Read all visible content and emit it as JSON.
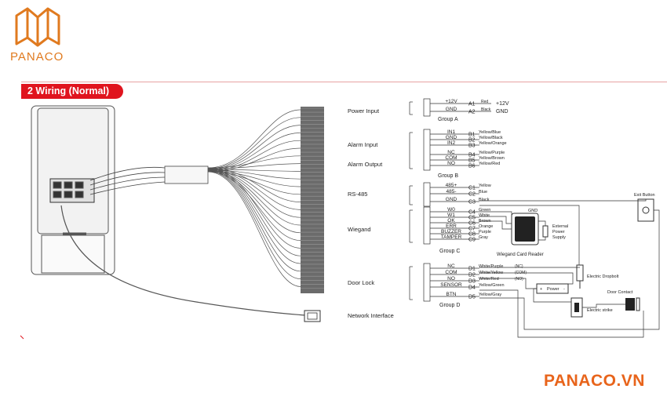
{
  "brand": {
    "logo_text": "PANACO",
    "footer": "PANACO.VN",
    "accent": "#e07a1f"
  },
  "section": {
    "title": "2 Wiring (Normal)",
    "color": "#e0141e"
  },
  "groups": [
    {
      "label": "Power Input",
      "group_name": "Group A",
      "pins": [
        {
          "name": "+12V",
          "code": "A1",
          "color": "Red",
          "right_label": "+12V"
        },
        {
          "name": "GND",
          "code": "A2",
          "color": "Black",
          "right_label": "GND"
        }
      ]
    },
    {
      "label": "Alarm Input",
      "label2": "Alarm Output",
      "group_name": "Group B",
      "pins": [
        {
          "name": "IN1",
          "code": "B1",
          "color": "Yellow/Blue"
        },
        {
          "name": "GND",
          "code": "B2",
          "color": "Yellow/Black"
        },
        {
          "name": "IN2",
          "code": "B3",
          "color": "Yellow/Orange"
        },
        {
          "name": "NC",
          "code": "B4",
          "color": "Yellow/Purple"
        },
        {
          "name": "COM",
          "code": "B5",
          "color": "Yellow/Brown"
        },
        {
          "name": "NO",
          "code": "B6",
          "color": "Yellow/Red"
        }
      ]
    },
    {
      "label": "RS-485",
      "group_name": "",
      "pins": [
        {
          "name": "485+",
          "code": "C1",
          "color": "Yellow"
        },
        {
          "name": "485-",
          "code": "C2",
          "color": "Blue"
        },
        {
          "name": "GND",
          "code": "C3",
          "color": "Black"
        }
      ]
    },
    {
      "label": "Wiegand",
      "group_name": "Group C",
      "pins": [
        {
          "name": "W0",
          "code": "C4",
          "color": "Green"
        },
        {
          "name": "W1",
          "code": "C5",
          "color": "White"
        },
        {
          "name": "OK",
          "code": "C6",
          "color": "Brown"
        },
        {
          "name": "ERR",
          "code": "C7",
          "color": "Orange"
        },
        {
          "name": "BUZZER",
          "code": "C8",
          "color": "Purple"
        },
        {
          "name": "TAMPER",
          "code": "C9",
          "color": "Gray"
        }
      ]
    },
    {
      "label": "Door Lock",
      "group_name": "Group D",
      "pins": [
        {
          "name": "NC",
          "code": "D1",
          "color": "White/Purple",
          "tag": "(NC)"
        },
        {
          "name": "COM",
          "code": "D2",
          "color": "White/Yellow",
          "tag": "(COM)"
        },
        {
          "name": "NO",
          "code": "D3",
          "color": "White/Red",
          "tag": "(NO)"
        },
        {
          "name": "SENSOR",
          "code": "D4",
          "color": "Yellow/Green"
        },
        {
          "name": "BTN",
          "code": "D5",
          "color": "Yellow/Gray"
        }
      ]
    }
  ],
  "devices": {
    "reader": "Wiegand Card Reader",
    "reader_gnd": "GND",
    "ext_power_1": "External",
    "ext_power_2": "Power",
    "ext_power_3": "Supply",
    "exit_button": "Exit Button",
    "dropbolt": "Electric Dropbolt",
    "power": "Power",
    "door_contact": "Door Contact",
    "strike": "Electric strike",
    "network": "Network Interface"
  }
}
